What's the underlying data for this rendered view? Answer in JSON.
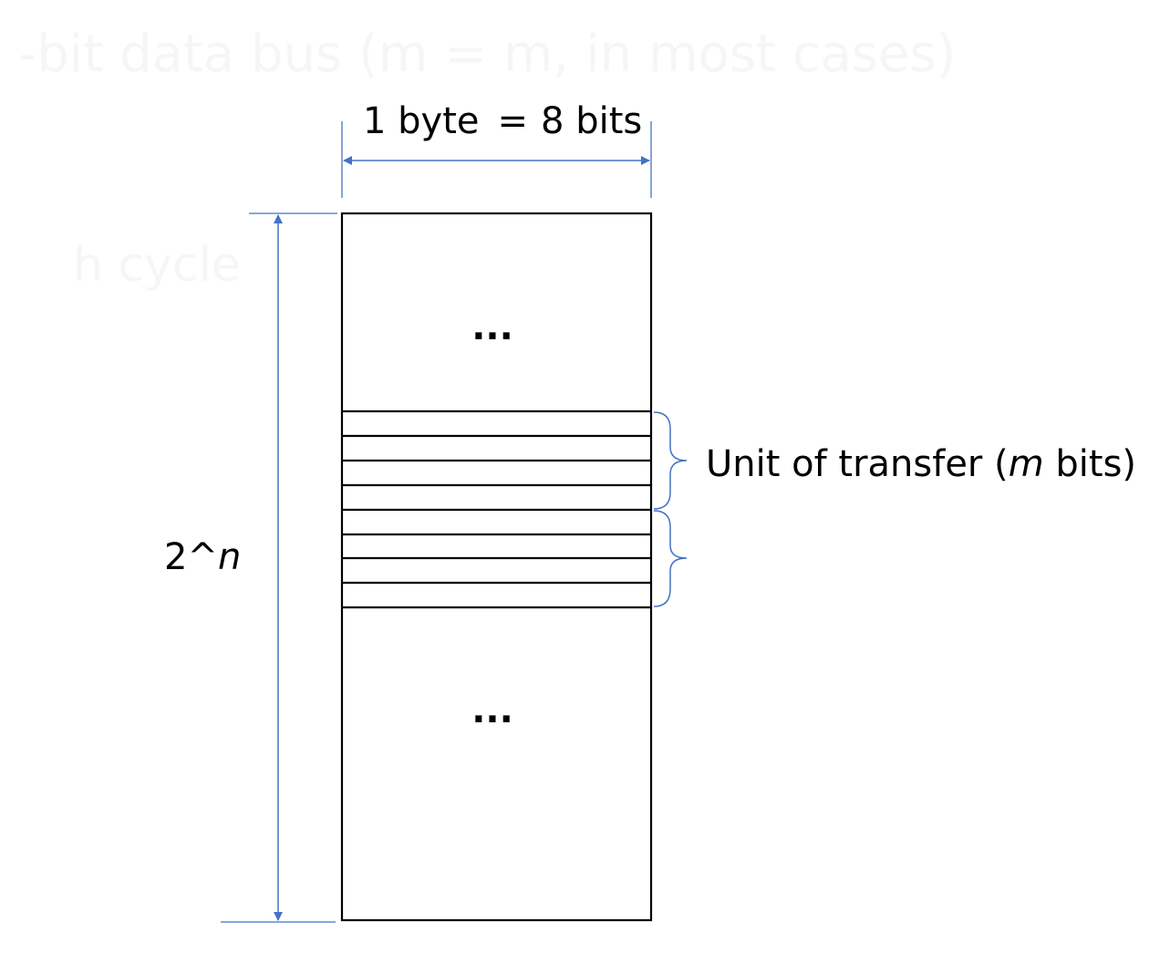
{
  "colors": {
    "background": "#ffffff",
    "stroke": "#000000",
    "dimension_line": "#4472c4",
    "faint_text": "#f6f6f6"
  },
  "background_text": {
    "top_fragment": "-bit data bus (m = m, in most cases)",
    "mid_fragment": "h cycle"
  },
  "width_label": {
    "prefix": "1 byte",
    "eq": "=",
    "suffix": "8 bits"
  },
  "height_label": {
    "base": "2^",
    "var": "n"
  },
  "memory": {
    "ellipsis_top": "...",
    "ellipsis_bottom": "...",
    "byte_rows_highlighted": 8,
    "transfer_units_shown": 2
  },
  "transfer_label": {
    "prefix": "Unit of transfer (",
    "var": "m",
    "suffix": " bits)"
  }
}
